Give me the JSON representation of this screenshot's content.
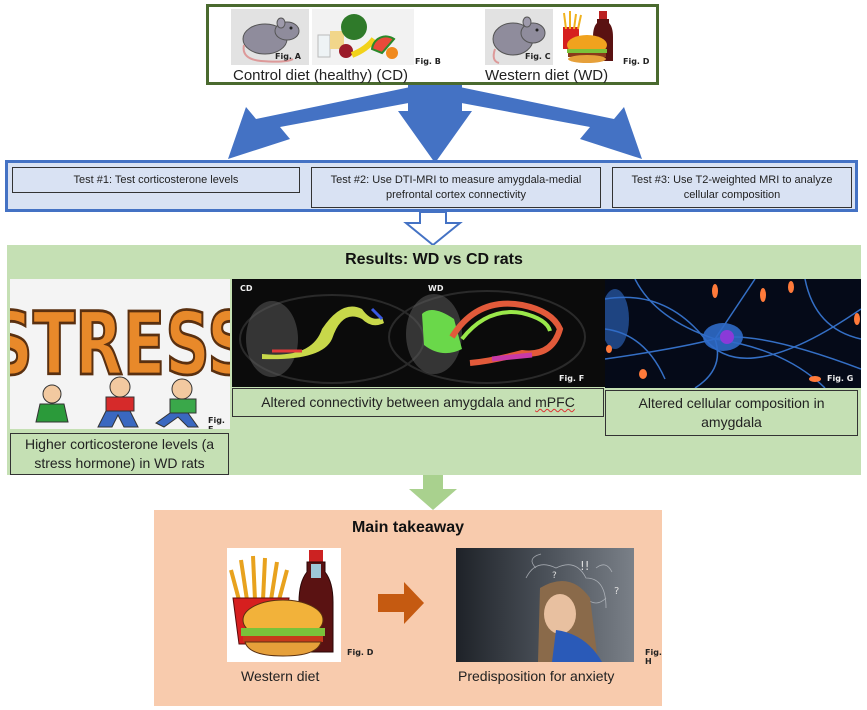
{
  "diets": {
    "control": {
      "caption": "Control diet (healthy) (CD)",
      "rat_fig": "Fig. A",
      "food_fig": "Fig. B",
      "rat_icon": "rat-icon",
      "food_icon": "healthy-food-icon"
    },
    "western": {
      "caption": "Western diet (WD)",
      "rat_fig": "Fig. C",
      "food_fig": "Fig. D",
      "rat_icon": "rat-icon",
      "food_icon": "fast-food-icon"
    }
  },
  "tests": [
    {
      "label": "Test #1: Test corticosterone levels"
    },
    {
      "label": "Test #2: Use DTI-MRI to measure amygdala-medial prefrontal cortex connectivity"
    },
    {
      "label": "Test #3: Use T2-weighted MRI to analyze cellular composition"
    }
  ],
  "results": {
    "title": "Results: WD vs CD rats",
    "stress": {
      "word": "STRESS",
      "fig": "Fig. E",
      "caption": "Higher corticosterone levels (a stress hormone) in WD rats"
    },
    "dti": {
      "label_cd": "CD",
      "label_wd": "WD",
      "fig": "Fig. F",
      "caption_prefix": "Altered connectivity between amygdala and ",
      "caption_term": "mPFC"
    },
    "neurons": {
      "fig": "Fig. G",
      "caption": "Altered cellular composition in amygdala"
    }
  },
  "takeaway": {
    "title": "Main takeaway",
    "cause": {
      "caption": "Western diet",
      "fig": "Fig. D"
    },
    "effect": {
      "caption": "Predisposition for anxiety",
      "fig": "Fig. H"
    }
  },
  "colors": {
    "blue_arrow": "#4472c4",
    "tests_fill": "#d9e2f3",
    "results_fill": "#c5e0b4",
    "takeaway_fill": "#f8cbad",
    "takeaway_arrow": "#c55a11",
    "diet_border": "#4a6a2f"
  }
}
